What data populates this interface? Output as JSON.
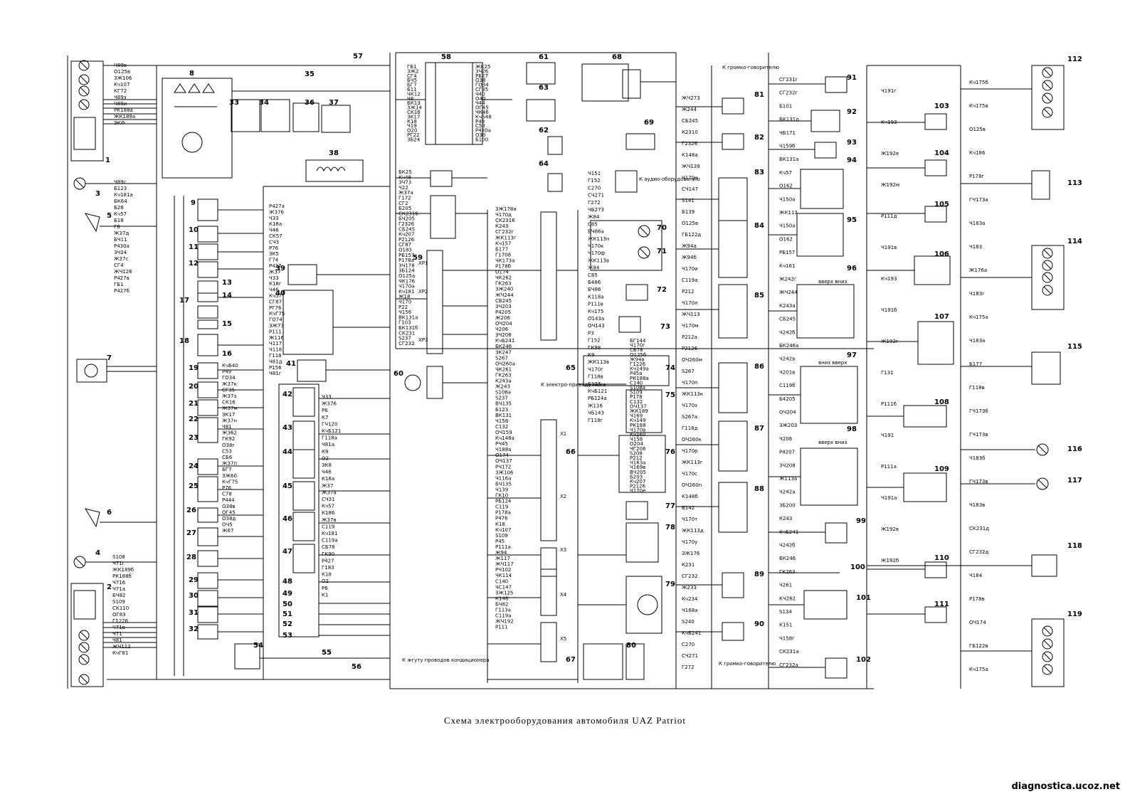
{
  "caption": "Схема электрооборудования автомобиля UAZ Patriot",
  "watermark": "diagnostica.ucoz.net",
  "component_numbers": [
    "1",
    "2",
    "3",
    "4",
    "5",
    "6",
    "7",
    "8",
    "9",
    "10",
    "11",
    "12",
    "13",
    "14",
    "15",
    "16",
    "17",
    "18",
    "19",
    "20",
    "21",
    "22",
    "23",
    "24",
    "25",
    "26",
    "27",
    "28",
    "29",
    "30",
    "31",
    "32",
    "33",
    "34",
    "35",
    "36",
    "37",
    "38",
    "39",
    "40",
    "41",
    "42",
    "43",
    "44",
    "45",
    "46",
    "47",
    "48",
    "49",
    "50",
    "51",
    "52",
    "53",
    "54",
    "55",
    "56",
    "57",
    "58",
    "59",
    "60",
    "61",
    "62",
    "63",
    "64",
    "65",
    "66",
    "67",
    "68",
    "69",
    "70",
    "71",
    "72",
    "73",
    "74",
    "75",
    "76",
    "77",
    "78",
    "79",
    "80",
    "81",
    "82",
    "83",
    "84",
    "85",
    "86",
    "87",
    "88",
    "89",
    "90",
    "91",
    "92",
    "93",
    "94",
    "95",
    "96",
    "97",
    "98",
    "99",
    "100",
    "101",
    "102",
    "103",
    "104",
    "105",
    "106",
    "107",
    "108",
    "109",
    "110",
    "111",
    "112",
    "113",
    "114",
    "115",
    "116",
    "117",
    "118",
    "119"
  ],
  "annotations": [
    "К громко-говорителю",
    "К аудио-оборудованию",
    "К электро-приводу люка",
    "К жгуту проводов кондиционера",
    "К громко-говорителю",
    "вверх вниз",
    "вниз вверх",
    "вверх вниз"
  ],
  "connector_labels": [
    "ХР1",
    "ХР2",
    "ХР3",
    "Х1",
    "Х2",
    "Х3",
    "Х4",
    "Х5"
  ],
  "wire_labels": {
    "left_top": [
      "Ч89в",
      "О125в",
      "ЗЖ106",
      "Кч107",
      "КГ72",
      "Ч89з",
      "Ч89и",
      "РК188а",
      "ЖК189а",
      "ЭКФ"
    ],
    "left_mid": [
      "Ч89с",
      "Б123",
      "Кч181а",
      "БК64",
      "Б28",
      "Кч57",
      "Б18",
      "Г8",
      "Ж37д",
      "БЧ11",
      "Р430а",
      "ЗЧ24",
      "Ж37с",
      "СГ4",
      "ЖЧ126",
      "Р427в",
      "ГБ1",
      "Р427б"
    ],
    "left_low": [
      "КчБ40",
      "Р49",
      "ГО34",
      "Ж37к",
      "СГ35",
      "Ж37з",
      "СК16",
      "Ж37м",
      "ЗК17",
      "Ж37н",
      "Ч81",
      "ЖЗ62",
      "ГК92",
      "О38г",
      "С53",
      "СБ6",
      "Ж37п",
      "БГ7",
      "ЗЖ60",
      "КчГ75",
      "Р76",
      "С78",
      "Р444",
      "О38в",
      "ОГ45",
      "О38д",
      "ОЧ5",
      "Ж67"
    ],
    "left_bottom": [
      "S108",
      "Ч71г",
      "ЖК189б",
      "РК188б",
      "Ч716",
      "Ч71а",
      "БЧ82",
      "S109",
      "СК110",
      "ОГ83",
      "Г1226",
      "Ч71в",
      "Ч71",
      "Ч81",
      "ЖЧ112",
      "КчГ81"
    ],
    "center_block": [
      "Р427а",
      "Ж376",
      "Ч33",
      "К18а",
      "Ч46",
      "СК57",
      "СЧ3",
      "Р76",
      "ЗК5",
      "Г74",
      "Р427",
      "Ж37",
      "Ч33",
      "К18г",
      "Ч46",
      "Кч57",
      "СГ87",
      "РГ76",
      "КчГ75",
      "ГО74",
      "ЗЖ73",
      "Р111",
      "Ж116",
      "Ч117",
      "Ч118",
      "Г118",
      "Ч81д",
      "Р156",
      "Ч81г"
    ],
    "center_lower": [
      "Ч33",
      "Ж376",
      "Р6",
      "К7",
      "ГЧ120",
      "КчБ121",
      "Г118а",
      "Ч81а",
      "К9",
      "О2",
      "ЗК8",
      "Ч46",
      "К18а",
      "Ж37",
      "Ж37а",
      "СЧ31",
      "Кч57",
      "К186",
      "Ж37в",
      "С119",
      "Кч181",
      "С119а",
      "СБ78",
      "ГК90",
      "Р427",
      "Г183",
      "К18",
      "О2",
      "Р6",
      "К1"
    ],
    "relay_block_58": [
      "ГБ1",
      "ЗЖ2",
      "СГ4",
      "БЧ5",
      "БГ7",
      "Б11",
      "ЧК12",
      "Ч8",
      "БК13",
      "ЗЖ14",
      "СК16",
      "ЗК17",
      "К18",
      "Ч19",
      "О20",
      "РГ22",
      "ЗБ24",
      "ЖК25",
      "ЗЧ26",
      "РБ27",
      "О38",
      "ГО34",
      "СГ35",
      "Ч40",
      "О40",
      "Ч44",
      "ОГ45",
      "ЧК46",
      "КчБ48",
      "Р49",
      "С53",
      "Р430а",
      "О30",
      "Б100"
    ],
    "relay_block_59": [
      "БК25",
      "Кч48",
      "ЗЧ73",
      "Ч22",
      "Ж37а",
      "Г172",
      "СГ2",
      "Б205",
      "СК2316",
      "БЧ205",
      "Г2326",
      "СБ245",
      "Кч207",
      "Р2126",
      "СГ87",
      "О183",
      "РБ157",
      "Р178а",
      "ЗЧ178",
      "ЗБ124",
      "О125а",
      "ЧК176",
      "Ч170а",
      "Кч181",
      "Ж18",
      "Ч170",
      "Р22",
      "Ч156",
      "ВК131а",
      "Г103",
      "БК131б",
      "СК231",
      "S237",
      "СГ232"
    ],
    "center_column_66": [
      "ЗЖ178а",
      "Ч170д",
      "СК2316",
      "К243",
      "СГ232г",
      "ЖК113г",
      "Кч157",
      "Б177",
      "Г1708",
      "ЧК173а",
      "Р178б",
      "О174",
      "ЧК262",
      "ГК263",
      "ЗЖ240",
      "ЖЧ244",
      "СБ245",
      "ЗЧ203",
      "Р4205",
      "Ж206",
      "ОЧ204",
      "Ч206",
      "ЗЧ208",
      "КчБ241",
      "БК246",
      "ЗК247",
      "S267",
      "ОЧ260а",
      "ЧК261",
      "ГК263",
      "К243а",
      "Ж243",
      "S108а",
      "S237",
      "ВЧ135",
      "Б123",
      "ВК131",
      "Ч158",
      "С132",
      "ОЧ159",
      "Кч148а",
      "РЧ45",
      "Ч188а",
      "О174",
      "ОЧ137",
      "РЧ172",
      "ЗЖ106",
      "Ч116а",
      "БЧ135",
      "Ч139",
      "ГК10",
      "РБ124",
      "С119",
      "Р178а",
      "Р476",
      "К18",
      "Кч107",
      "S109",
      "Р45",
      "Р111а",
      "Ж94",
      "Ж117",
      "ЖЧ117",
      "РЧ102",
      "ЧК114",
      "С140",
      "ЧС147",
      "ЗЖ125",
      "К148",
      "БЧ82",
      "Г113а",
      "С119а",
      "ЖЧ192",
      "Р111"
    ],
    "center_right_column": [
      "Ч151",
      "Г152",
      "С270",
      "СЧ271",
      "Г272",
      "ЧБ273",
      "Ж84",
      "С85",
      "БЧ86а",
      "ЖК113н",
      "Ч170к",
      "Ч170ф",
      "ЖК113в",
      "Ж84",
      "С85",
      "Б486",
      "БЧ86",
      "К118а",
      "Р111в",
      "Кч175",
      "О143а",
      "ОЧ143",
      "Р3",
      "Г152",
      "ГК98",
      "К9",
      "ЖК113в",
      "Ч170г",
      "Г118в",
      "Б177",
      "КчБ121",
      "РБ124а",
      "Ж116",
      "ЧБ143",
      "Г118г",
      "БГ144",
      "Ч170г",
      "СБ78",
      "О125б",
      "Ж94в",
      "Г1226",
      "Кч149а",
      "Р45а",
      "РК188а",
      "С140",
      "S108а",
      "S109",
      "Р178",
      "С132",
      "ОЧ137",
      "ЖК189",
      "Ч169",
      "Кч149",
      "РК188",
      "Ч170в",
      "Кч160",
      "Ч158",
      "О204",
      "ЧГ206",
      "S208",
      "Р212",
      "Ч163а",
      "Ч169в",
      "ВЧ205",
      "Б203",
      "Кч207",
      "Р2126",
      "Ч170е"
    ],
    "right_column_81_90": [
      "ЖЧ273",
      "Ж244",
      "СБ245",
      "К2310",
      "Г2326",
      "К148а",
      "ЖЧ139",
      "Ч170н",
      "СЧ147",
      "S141",
      "Б139",
      "О125в",
      "ГБ122д",
      "Ж94а",
      "Ж94б",
      "Ч170и",
      "С119а",
      "Р212",
      "Ч170л",
      "ЖЧ113",
      "Ч170м",
      "Р212а",
      "Р2126",
      "ОЧ260м",
      "S267",
      "Ч170п",
      "ЖК113к",
      "Ч170з",
      "S267а",
      "Г118д",
      "ОЧ260к",
      "Ч170р",
      "ЖК113г",
      "Ч170с",
      "ОЧ260п",
      "К148б",
      "Б142",
      "Ч170т",
      "ЖК113д",
      "Ч170у",
      "ЗЖ176",
      "К231",
      "СГ232",
      "Ж233",
      "Кч234",
      "Ч168а",
      "S240",
      "КчБ241",
      "С270",
      "СЧ271",
      "Г272"
    ],
    "right_column_91_102": [
      "СГ231г",
      "СГ232г",
      "Б101",
      "БК131д",
      "ЧБ171",
      "Ч159б",
      "БК131а",
      "Кч57",
      "О162",
      "Ч150а",
      "ЖК113",
      "Ч150а",
      "О162",
      "РБ157",
      "Кч161",
      "Ж242г",
      "ЖЧ244",
      "К243а",
      "СБ245",
      "Ч242б",
      "БК246а",
      "Ч242в",
      "Ч201в",
      "С119б",
      "Б4205",
      "ОЧ204",
      "ЗЖ203",
      "Ч206",
      "Р4207",
      "ЗЧ208",
      "Ж113а",
      "Ч242а",
      "ЗБ200",
      "К243",
      "КчБ241",
      "Ч242б",
      "БК246",
      "ГК263",
      "Ч261",
      "КЧ262",
      "S134",
      "К151",
      "Ч158г",
      "СК231а",
      "СГ232а"
    ],
    "right_column_103_111": [
      "Ч191г",
      "Кч193",
      "Ж192е",
      "Ж192м",
      "Р111д",
      "Ч191в",
      "Кч193",
      "Ч191б",
      "Ж192г",
      "Г131",
      "Р111б",
      "Ч191",
      "Р111а",
      "Ч191а",
      "Ж192в",
      "Ж192б"
    ],
    "right_column_112_119": [
      "Кч175б",
      "Кч175в",
      "О125в",
      "Кч186",
      "Р178г",
      "ГЧ173а",
      "Ч183а",
      "Ч183",
      "Ж176а",
      "Ч183г",
      "Кч175а",
      "Ч183а",
      "Б177",
      "Г118в",
      "ГЧ173б",
      "ГЧ173в",
      "Ч183б",
      "ГЧ173в",
      "Ч183в",
      "СК231д",
      "СГ232д",
      "Ч184",
      "Р178в",
      "ОЧ174",
      "ГБ122в",
      "Кч175а"
    ]
  }
}
